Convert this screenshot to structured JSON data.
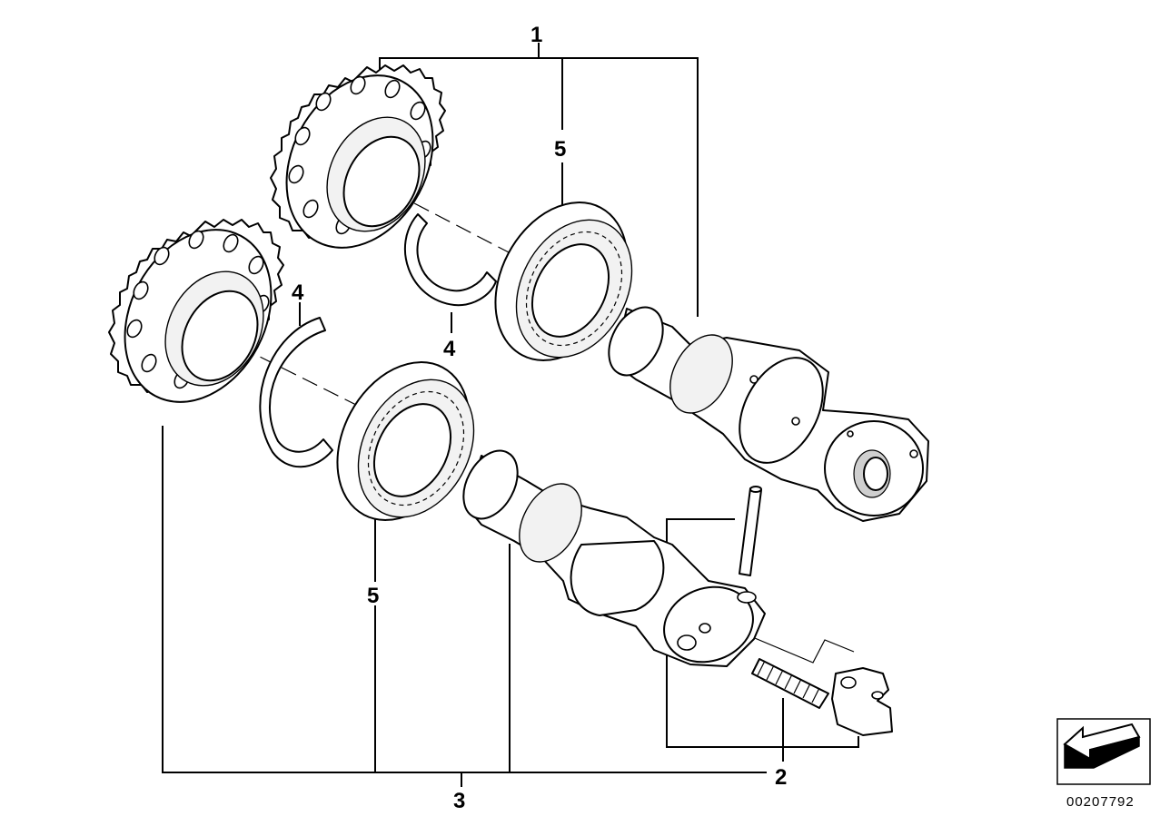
{
  "diagram": {
    "callouts": {
      "c1": "1",
      "c2": "2",
      "c3": "3",
      "c4a": "4",
      "c4b": "4",
      "c5a": "5",
      "c5b": "5"
    },
    "reference_number": "00207792",
    "nav_icon": "arrow-down-left-icon"
  }
}
